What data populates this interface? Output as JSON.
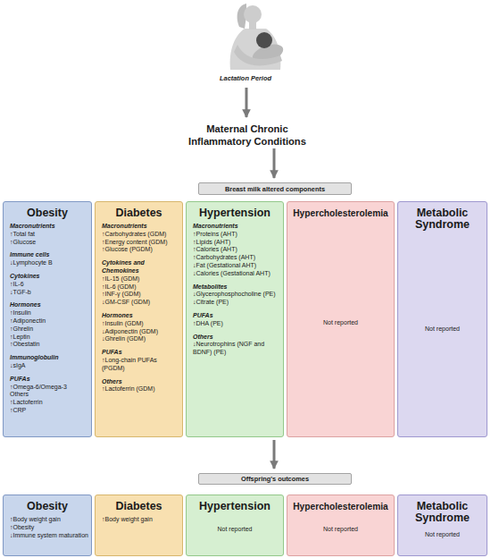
{
  "diagram": {
    "nodes": [
      {
        "text": [
          "Breast milk altered components"
        ]
      },
      {
        "text": [
          "Obesity",
          "Macronutrients",
          "↑Total fat",
          "↑Glucose",
          "Immune cells",
          "↓Lymphocyte B",
          "Cytokines",
          "↑IL-6",
          "↓TGF-b",
          "Hormones",
          "↑Insulin",
          "↑Adiponectin",
          "↑Ghrelin",
          "↑Leptin",
          "↑Obestatin",
          "Immunoglobulin",
          "↓sIgA",
          "PUFAs",
          "↑Omega-6/Omega-3",
          "Others",
          "↑Lactoferrin",
          "↑CRP"
        ]
      },
      {
        "text": [
          "Diabetes",
          "Macronutrients",
          "↑Carbohydrates (GDM)",
          "↑Energy content (GDM)",
          "↑Glucose (PGDM)",
          "Cytokines and Chemokines",
          "↑IL-15 (GDM)",
          "↑IL-6 (GDM)",
          "↑INF-γ (GDM)",
          "↓GM-CSF (GDM)",
          "Hormones",
          "↑Insulin (GDM)",
          "↓Adiponectin (GDM)",
          "↓Ghrelin (GDM)",
          "PUFAs",
          "↑Long-chain PUFAs (PGDM)",
          "Others",
          "↑Lactoferrin (GDM)"
        ]
      },
      {
        "text": [
          "Hypertension",
          "Macronutrients",
          "↑Proteins (AHT)",
          "↑Lipids (AHT)",
          "↑Calories (AHT)",
          "↑Carbohydrates (AHT)",
          "↓Fat (Gestational AHT)",
          "↓Calories (Gestational AHT)",
          "Metabolites",
          "↓Glycerophosphocholine (PE)",
          "↓Citrate (PE)",
          "PUFAs",
          "↑DHA (PE)",
          "Others",
          "↓Neurotrophins (NGF and BDNF) (PE)"
        ]
      },
      {
        "text": [
          "Hypercholesterolemia",
          "Not reported"
        ]
      },
      {
        "text": [
          "Metabolic Syndrome",
          "Not reported"
        ]
      },
      {
        "text": [
          "Offspring's outcomes"
        ]
      },
      {
        "text": [
          "Obesity",
          "↑Body weight gain",
          "↑Obesity",
          "↓Immune system maturation"
        ]
      },
      {
        "text": [
          "Diabetes",
          "↑Body weight gain"
        ]
      },
      {
        "text": [
          "Hypertension",
          "Not reported"
        ]
      },
      {
        "text": [
          "Hypercholesterolemia",
          "Not reported"
        ]
      },
      {
        "text": [
          "Metabolic Syndrome",
          "Not reported"
        ]
      }
    ],
    "labels": [
      "Lactation Period",
      "Maternal Chronic Inflammatory Conditions"
    ]
  }
}
